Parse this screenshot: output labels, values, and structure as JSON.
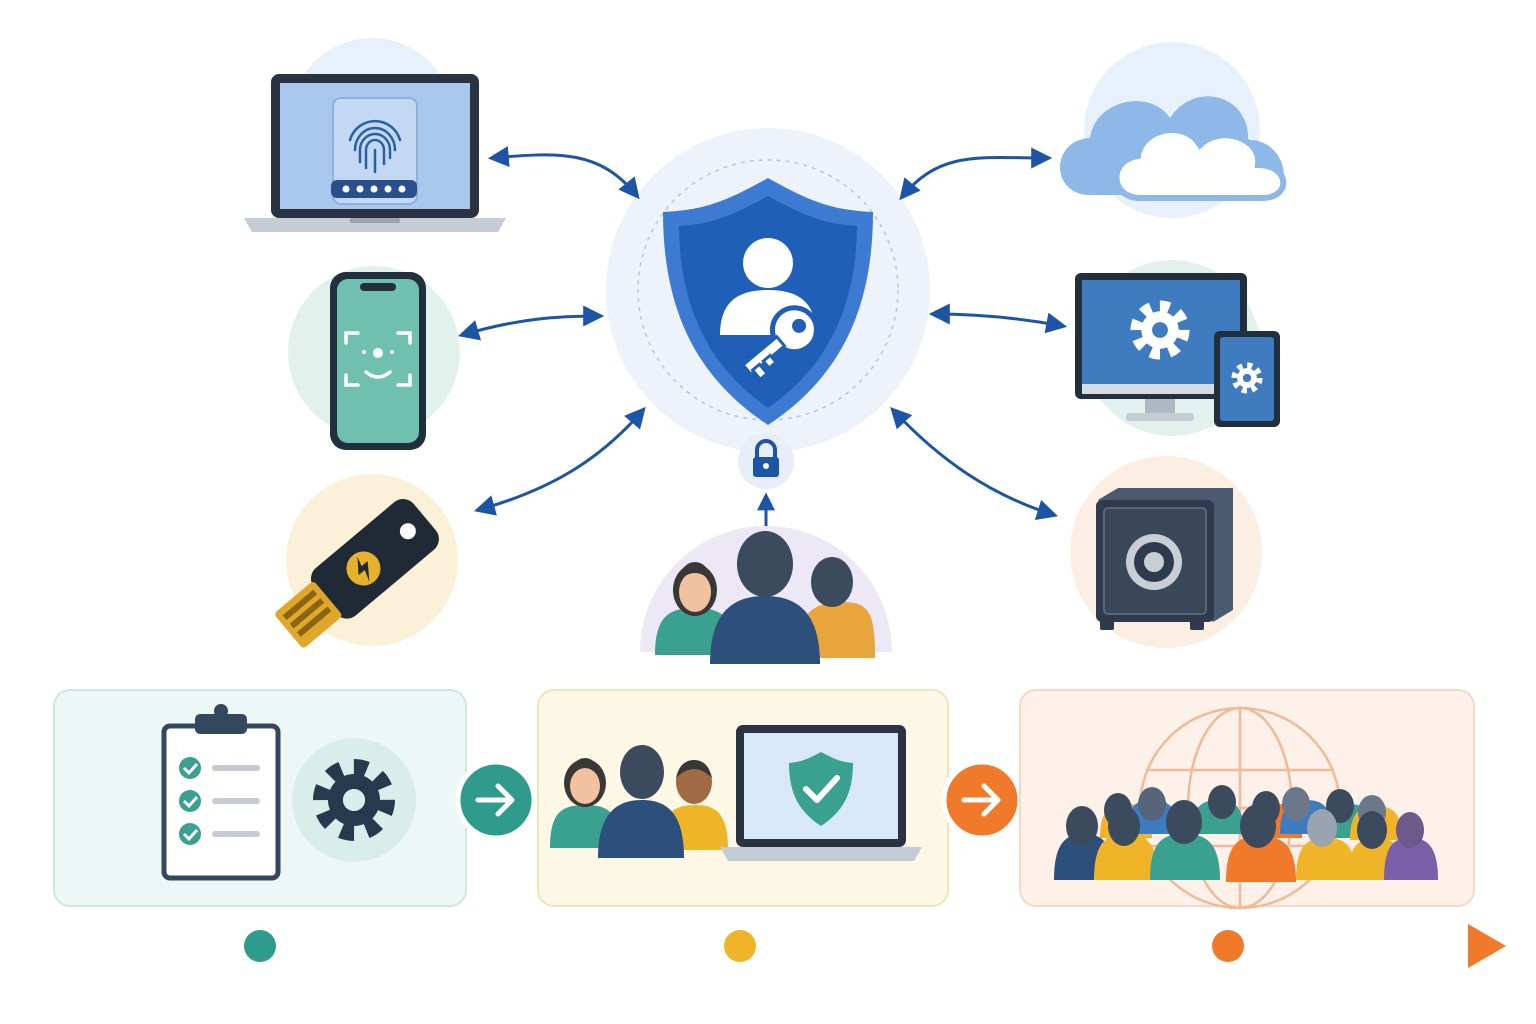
{
  "diagram": {
    "hub": {
      "icons": [
        "shield-icon",
        "user-icon",
        "key-icon"
      ]
    },
    "lock": {
      "icon": "padlock-icon"
    },
    "left_devices": [
      {
        "id": "laptop-fingerprint",
        "icons": [
          "laptop-icon",
          "fingerprint-icon"
        ]
      },
      {
        "id": "phone-face-id",
        "icons": [
          "smartphone-icon",
          "face-scan-icon"
        ]
      },
      {
        "id": "security-key",
        "icons": [
          "usb-security-key-icon",
          "bolt-icon"
        ]
      }
    ],
    "right_services": [
      {
        "id": "cloud",
        "icons": [
          "cloud-icon"
        ]
      },
      {
        "id": "managed-devices",
        "icons": [
          "monitor-icon",
          "tablet-icon",
          "gear-icon"
        ]
      },
      {
        "id": "vault",
        "icons": [
          "safe-icon"
        ]
      }
    ],
    "users": {
      "icon": "user-group-icon",
      "count": 3
    },
    "connections": 7
  },
  "stages": [
    {
      "id": "plan",
      "icons": [
        "clipboard-checklist-icon",
        "gear-icon"
      ]
    },
    {
      "id": "pilot",
      "icons": [
        "user-group-icon",
        "laptop-icon",
        "shield-check-icon"
      ]
    },
    {
      "id": "rollout",
      "icons": [
        "globe-icon",
        "crowd-icon"
      ]
    }
  ],
  "timeline": {
    "milestones": 3,
    "icon": "arrow-right-icon"
  },
  "colors": {
    "primary_blue": "#1f5fb8",
    "arrow_blue": "#1d55a6",
    "teal": "#2e9b8c",
    "gold": "#f0b429",
    "orange": "#f07a2a",
    "navy": "#2c4f7c",
    "people_dark": "#3c4a5e"
  }
}
